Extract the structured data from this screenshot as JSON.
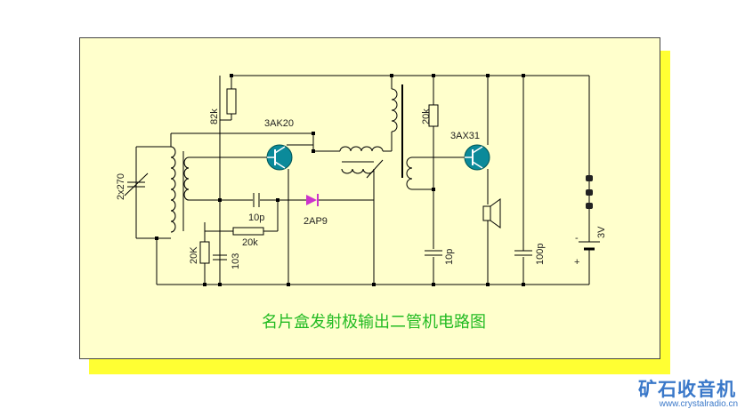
{
  "title": "名片盒发射极输出二管机电路图",
  "labels": {
    "r82k": "82k",
    "q1": "3AK20",
    "q2": "3AX31",
    "c2x270": "2x270",
    "c10p_a": "10p",
    "d2ap9": "2AP9",
    "r20k_a": "20k",
    "r20k_b": "20K",
    "c103": "103",
    "r20k_c": "20k",
    "c10p_b": "10p",
    "c100p": "100p",
    "v3v": "3V",
    "minus": "-",
    "plus": "+"
  },
  "watermark": {
    "name": "矿石收音机",
    "url": "www.crystalradio.cn"
  },
  "colors": {
    "card": "#ffffcc",
    "shadow": "#ffff33",
    "transistor": "#0b8a9a",
    "diode": "#cc33cc",
    "title": "#22bb22",
    "brand": "#3a78c9"
  }
}
